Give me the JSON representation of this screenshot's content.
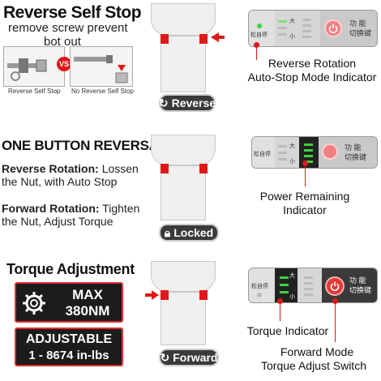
{
  "section1": {
    "title": "Reverse Self Stop",
    "subtitle_line1": "remove screw prevent",
    "subtitle_line2": "bot out",
    "vs": "VS",
    "caption_left": "Reverse Self Stop",
    "caption_right": "No Reverse Self Stop",
    "pill": "Reverse",
    "pill_icon": "rotate-icon",
    "callout_line1": "Reverse Rotation",
    "callout_line2": "Auto-Stop Mode Indicator"
  },
  "section2": {
    "title": "ONE BUTTON REVERSAL",
    "reverse_head": "Reverse Rotation:",
    "reverse_text1": " Lossen",
    "reverse_text2": "the Nut, with Auto Stop",
    "forward_head": "Forward Rotation:",
    "forward_text1": " Tighten",
    "forward_text2": "the Nut, Adjust Torque",
    "pill": "Locked",
    "pill_icon": "lock-icon",
    "callout_line1": "Power Remaining",
    "callout_line2": "Indicator"
  },
  "section3": {
    "title": "Torque Adjustment",
    "max_line1": "MAX",
    "max_line2": "380NM",
    "adj_line1": "ADJUSTABLE",
    "adj_line2": "1 - 8674 in-lbs",
    "pill": "Forward",
    "pill_icon": "rotate-icon",
    "callout_torque": "Torque Indicator",
    "callout_line1": "Forward Mode",
    "callout_line2": "Torque Adjust Switch"
  },
  "panel": {
    "auto_stop": "松自停",
    "big": "大",
    "small": "小",
    "func1": "功  能",
    "func2": "切换键"
  },
  "colors": {
    "accent": "#e01818",
    "green": "#3bd33b",
    "dark": "#222222"
  }
}
